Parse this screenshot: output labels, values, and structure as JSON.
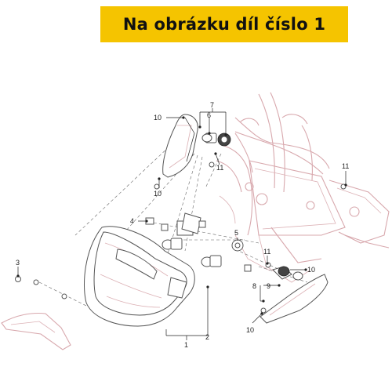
{
  "banner": {
    "text": "Na obrázku díl číslo 1",
    "background": "#f5c400"
  },
  "callouts": {
    "c10_top": "10",
    "c7": "7",
    "c6": "6",
    "c11_top": "11",
    "c10_mid": "10",
    "c11_right": "11",
    "c4": "4",
    "c5": "5",
    "c3": "3",
    "c11_lower": "11",
    "c10_right": "10",
    "c8": "8",
    "c9": "9",
    "c10_bottom": "10",
    "c2": "2",
    "c1": "1"
  },
  "colors": {
    "frame_line": "#d8a8ad",
    "part_line": "#555555",
    "label_text": "#222222"
  }
}
